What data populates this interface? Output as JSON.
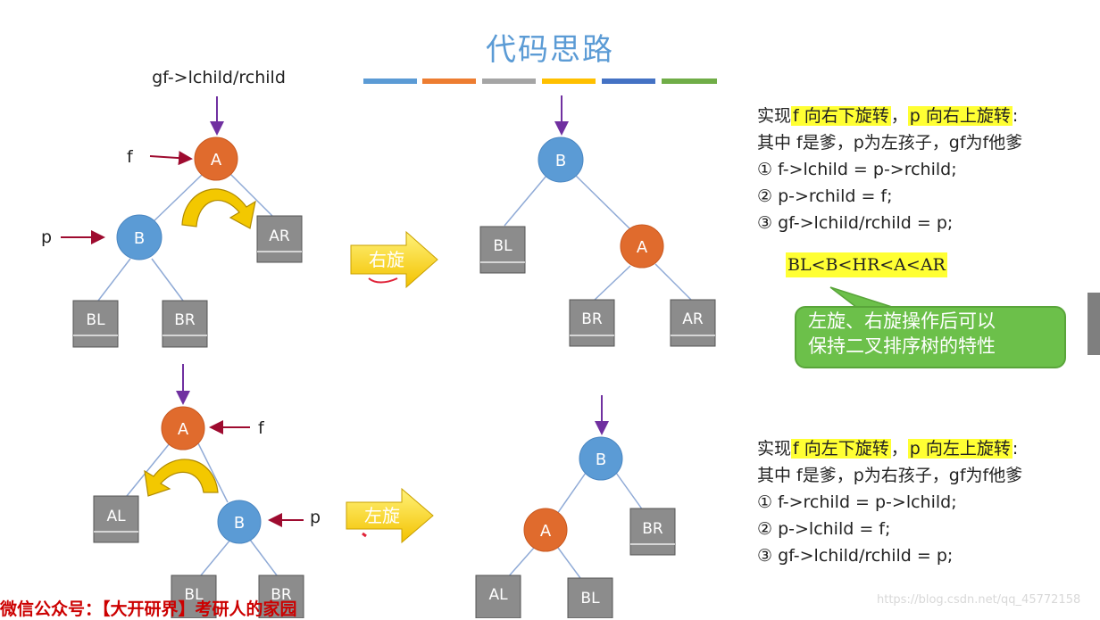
{
  "title": "代码思路",
  "color_bar": [
    "#5b9bd5",
    "#ed7d31",
    "#a5a5a5",
    "#ffc000",
    "#4472c4",
    "#70ad47"
  ],
  "colors": {
    "node_circle": "#5b9bd5",
    "node_root": "#e06b2d",
    "arrow": "#9e0b2f",
    "pointer": "#7030a0",
    "edge": "#8faad6",
    "box": "#8c8c8c",
    "rotate_arrow": "#ffe03a",
    "highlight": "#ffff33"
  },
  "top": {
    "pointer_label": "gf->lchild/rchild",
    "f_label": "f",
    "p_label": "p",
    "before": {
      "A": "A",
      "B": "B",
      "AR": "AR",
      "BL": "BL",
      "BR": "BR"
    },
    "after": {
      "B": "B",
      "A": "A",
      "BL": "BL",
      "BR": "BR",
      "AR": "AR"
    },
    "rotate_label": "右旋",
    "explain": {
      "prefix": "实现",
      "hl1": "f 向右下旋转",
      "sep": "，",
      "hl2": "p 向右上旋转",
      "suffix": ":",
      "line2": "其中 f是爹，p为左孩子，gf为f他爹",
      "step1": "① f->lchild = p->rchild;",
      "step2": "② p->rchild = f;",
      "step3": "③ gf->lchild/rchild = p;"
    },
    "formula": "BL<B<HR<A<AR"
  },
  "bubble": {
    "line1": "左旋、右旋操作后可以",
    "line2": "保持二叉排序树的特性"
  },
  "bottom": {
    "f_label": "f",
    "p_label": "p",
    "before": {
      "A": "A",
      "B": "B",
      "AL": "AL",
      "BL": "BL",
      "BR": "BR"
    },
    "after": {
      "B": "B",
      "A": "A",
      "AL": "AL",
      "BL": "BL",
      "BR": "BR"
    },
    "rotate_label": "左旋",
    "explain": {
      "prefix": "实现",
      "hl1": "f 向左下旋转",
      "sep": "，",
      "hl2": "p 向左上旋转",
      "suffix": ":",
      "line2": "其中 f是爹，p为右孩子，gf为f他爹",
      "step1": "① f->rchild = p->lchild;",
      "step2": "② p->lchild = f;",
      "step3": "③ gf->lchild/rchild = p;"
    }
  },
  "footer": {
    "wechat": "微信公众号：【大开研界】考研人的家园",
    "watermark": "https://blog.csdn.net/qq_45772158"
  }
}
